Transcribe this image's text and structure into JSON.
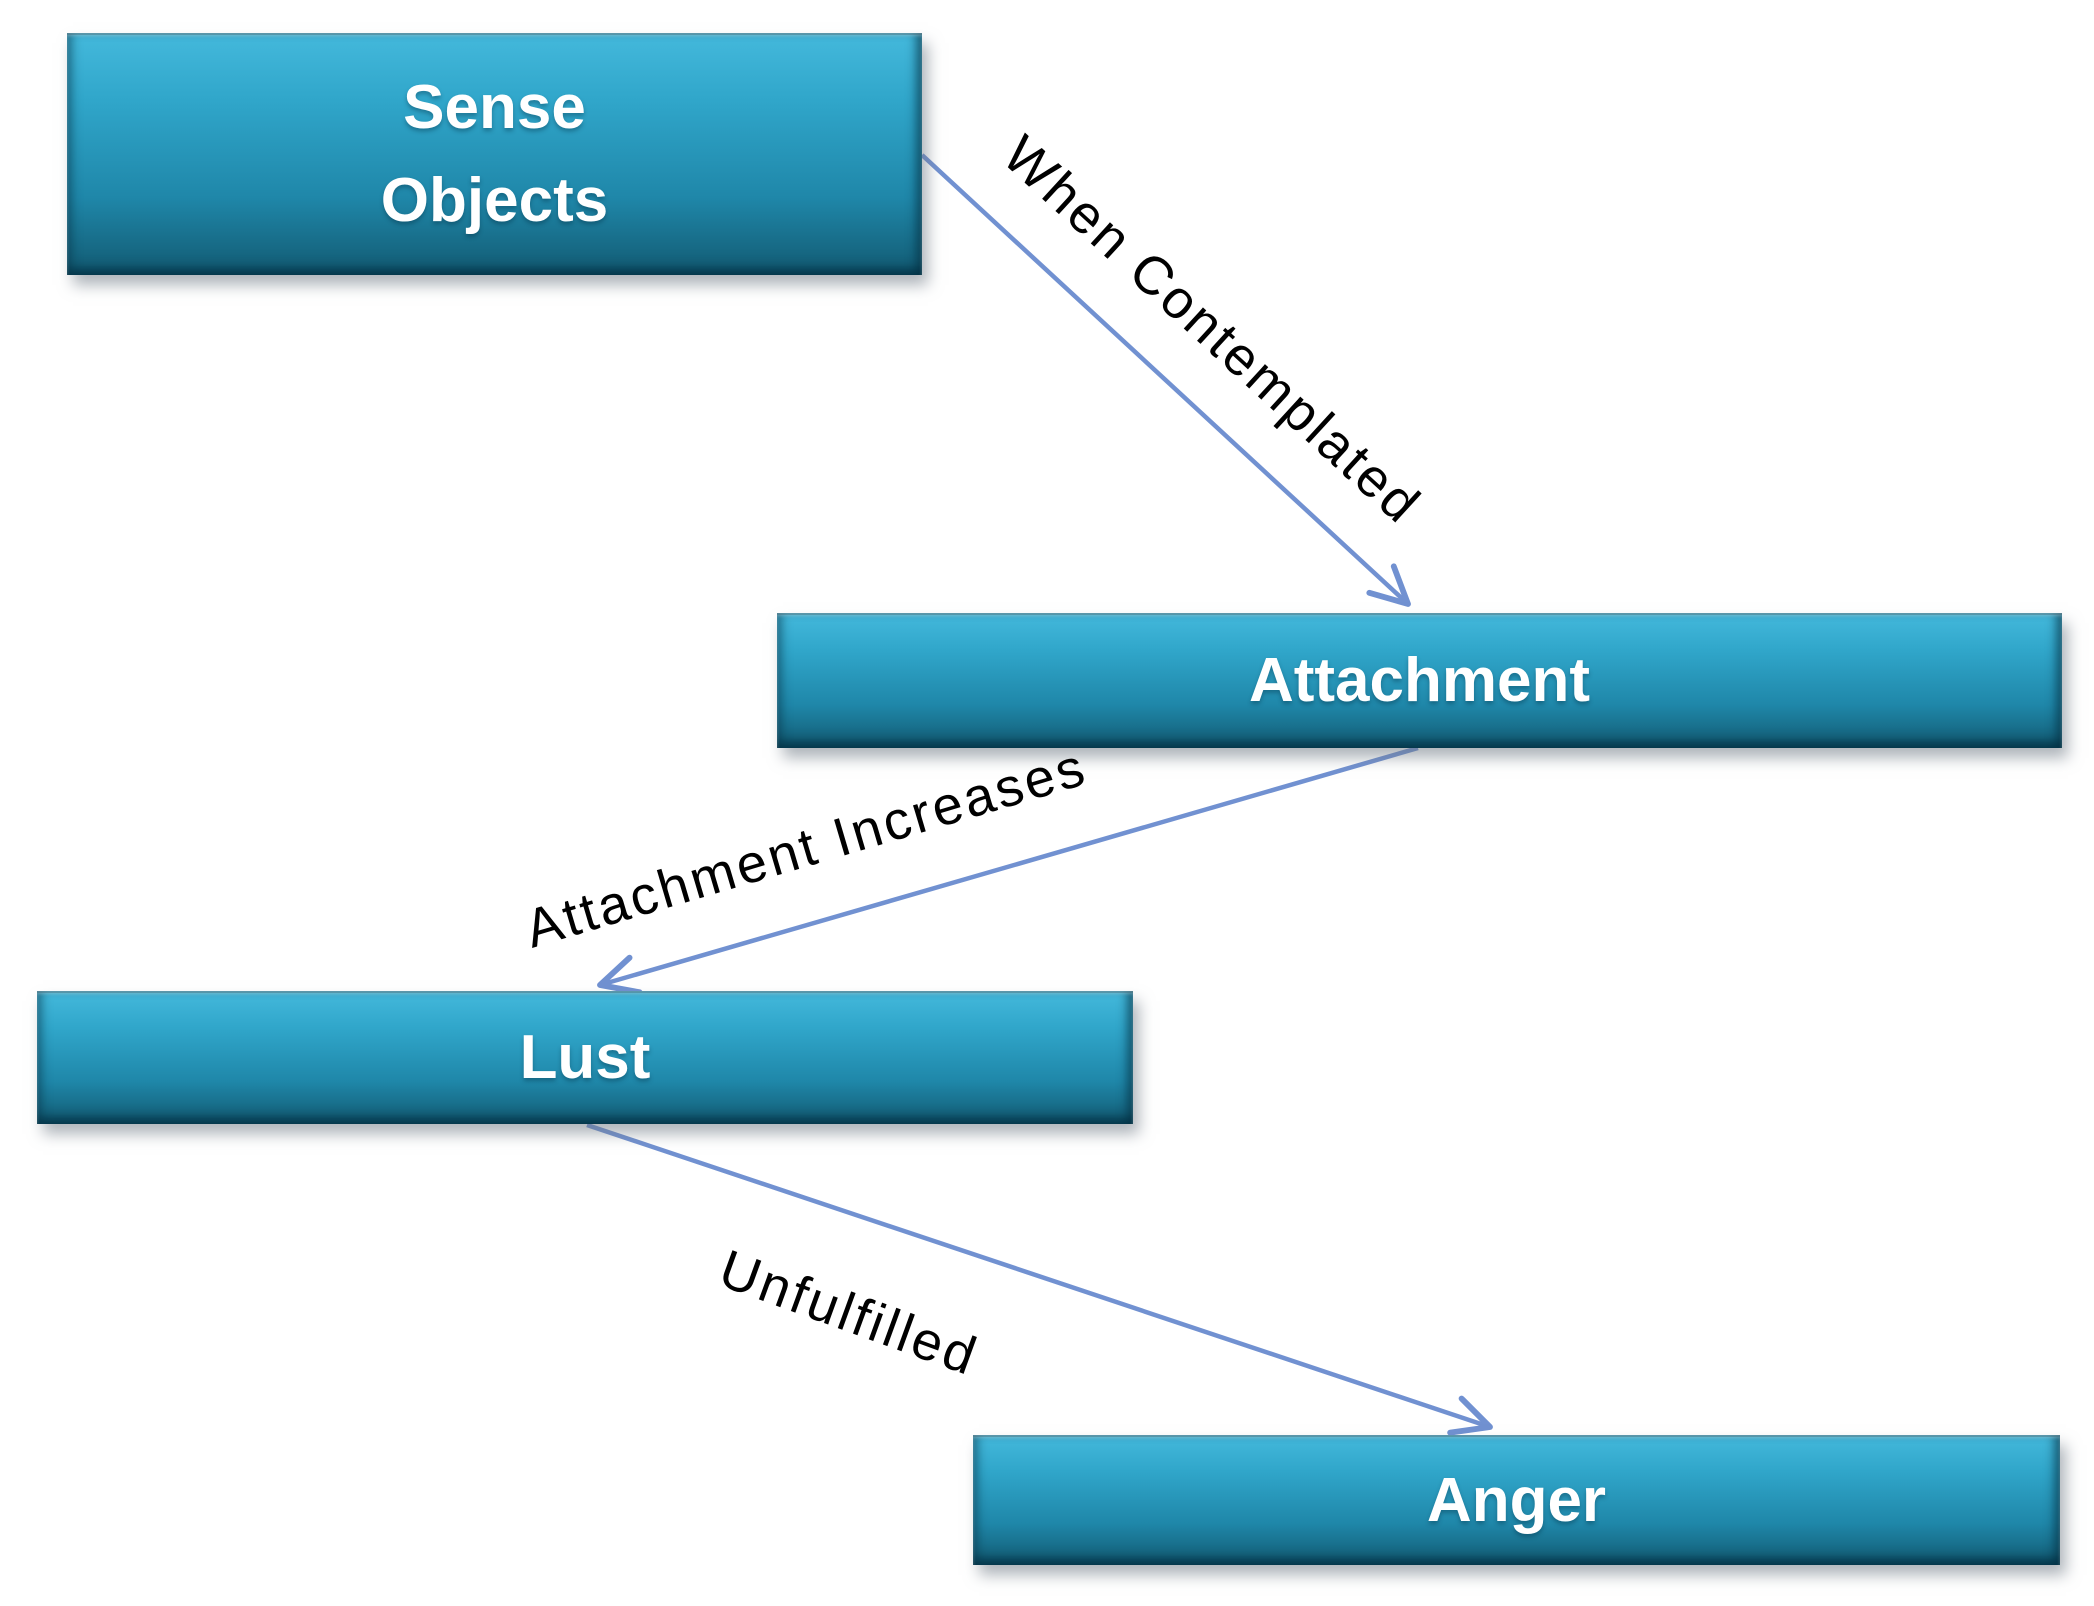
{
  "diagram": {
    "title": "Sense objects to anger progression flow",
    "background_color": "#ffffff",
    "node_fill_top_color": "#44b9dc",
    "node_fill_bottom_color": "#146079",
    "node_text_color": "#ffffff",
    "arrow_color": "#7191d1",
    "edge_label_color": "#000000",
    "nodes": [
      {
        "id": "sense-objects",
        "label": "Sense\nObjects"
      },
      {
        "id": "attachment",
        "label": "Attachment"
      },
      {
        "id": "lust",
        "label": "Lust"
      },
      {
        "id": "anger",
        "label": "Anger"
      }
    ],
    "edges": [
      {
        "from": "sense-objects",
        "to": "attachment",
        "label": "When Contemplated"
      },
      {
        "from": "attachment",
        "to": "lust",
        "label": "Attachment Increases"
      },
      {
        "from": "lust",
        "to": "anger",
        "label": "Unfulfilled"
      }
    ]
  }
}
